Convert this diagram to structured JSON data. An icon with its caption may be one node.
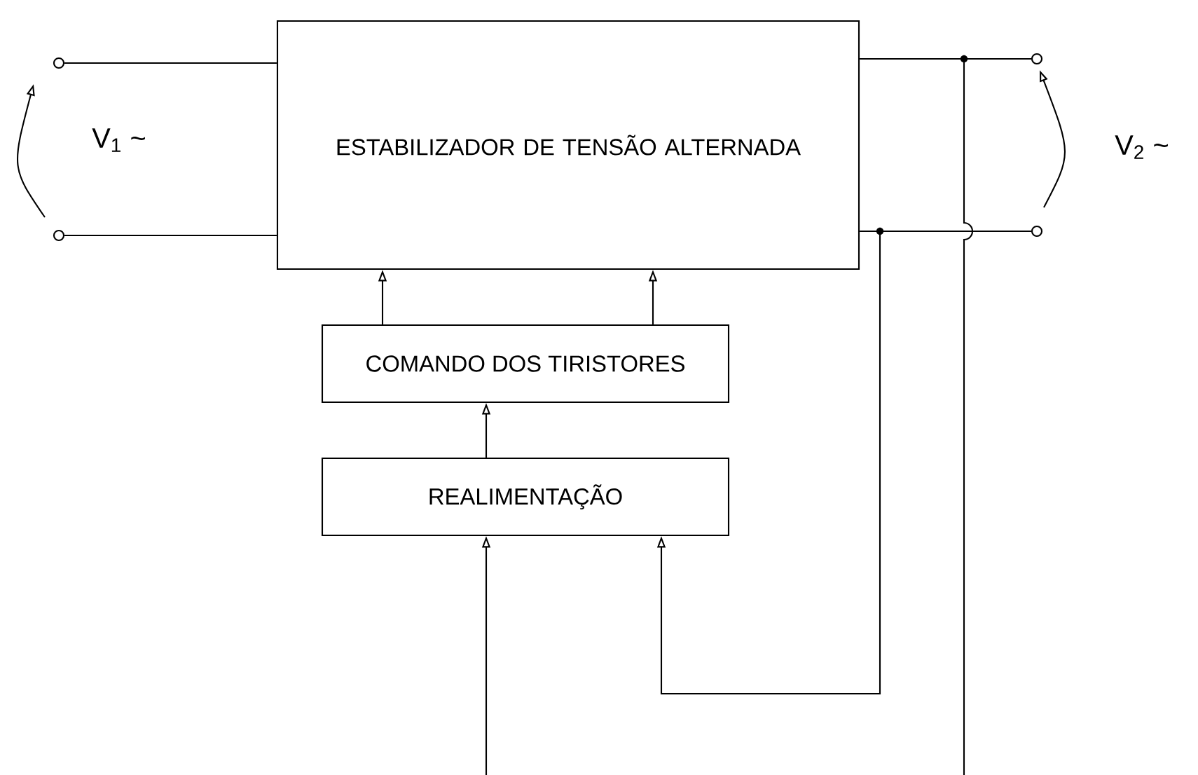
{
  "diagram": {
    "nodes": [
      {
        "text": [
          "ESTABILIZADOR DE TENSÃO ALTERNADA"
        ]
      },
      {
        "text": [
          "COMANDO DOS TIRISTORES"
        ]
      },
      {
        "text": [
          "REALIMENTAÇÃO"
        ]
      },
      {
        "text": [],
        "shape": "circle"
      },
      {
        "text": [],
        "shape": "circle"
      },
      {
        "text": [],
        "shape": "circle"
      },
      {
        "text": [],
        "shape": "circle"
      }
    ],
    "edges": [
      {
        "from": 3,
        "to": 0,
        "arrow": "none"
      },
      {
        "from": 4,
        "to": 0,
        "arrow": "none"
      },
      {
        "from": 0,
        "to": 5,
        "arrow": "none"
      },
      {
        "from": 0,
        "to": 6,
        "arrow": "none"
      },
      {
        "from": 1,
        "to": 0,
        "arrow": "to"
      },
      {
        "from": 1,
        "to": 0,
        "arrow": "to"
      },
      {
        "from": 2,
        "to": 1,
        "arrow": "to"
      },
      {
        "from": 6,
        "to": 2,
        "arrow": "to"
      },
      {
        "from": 5,
        "to": null,
        "arrow": "none"
      },
      {
        "from": null,
        "to": 2,
        "arrow": "to"
      }
    ],
    "labels": [
      "V$_{1}$ ~",
      "V$_{2}$ ~"
    ]
  }
}
